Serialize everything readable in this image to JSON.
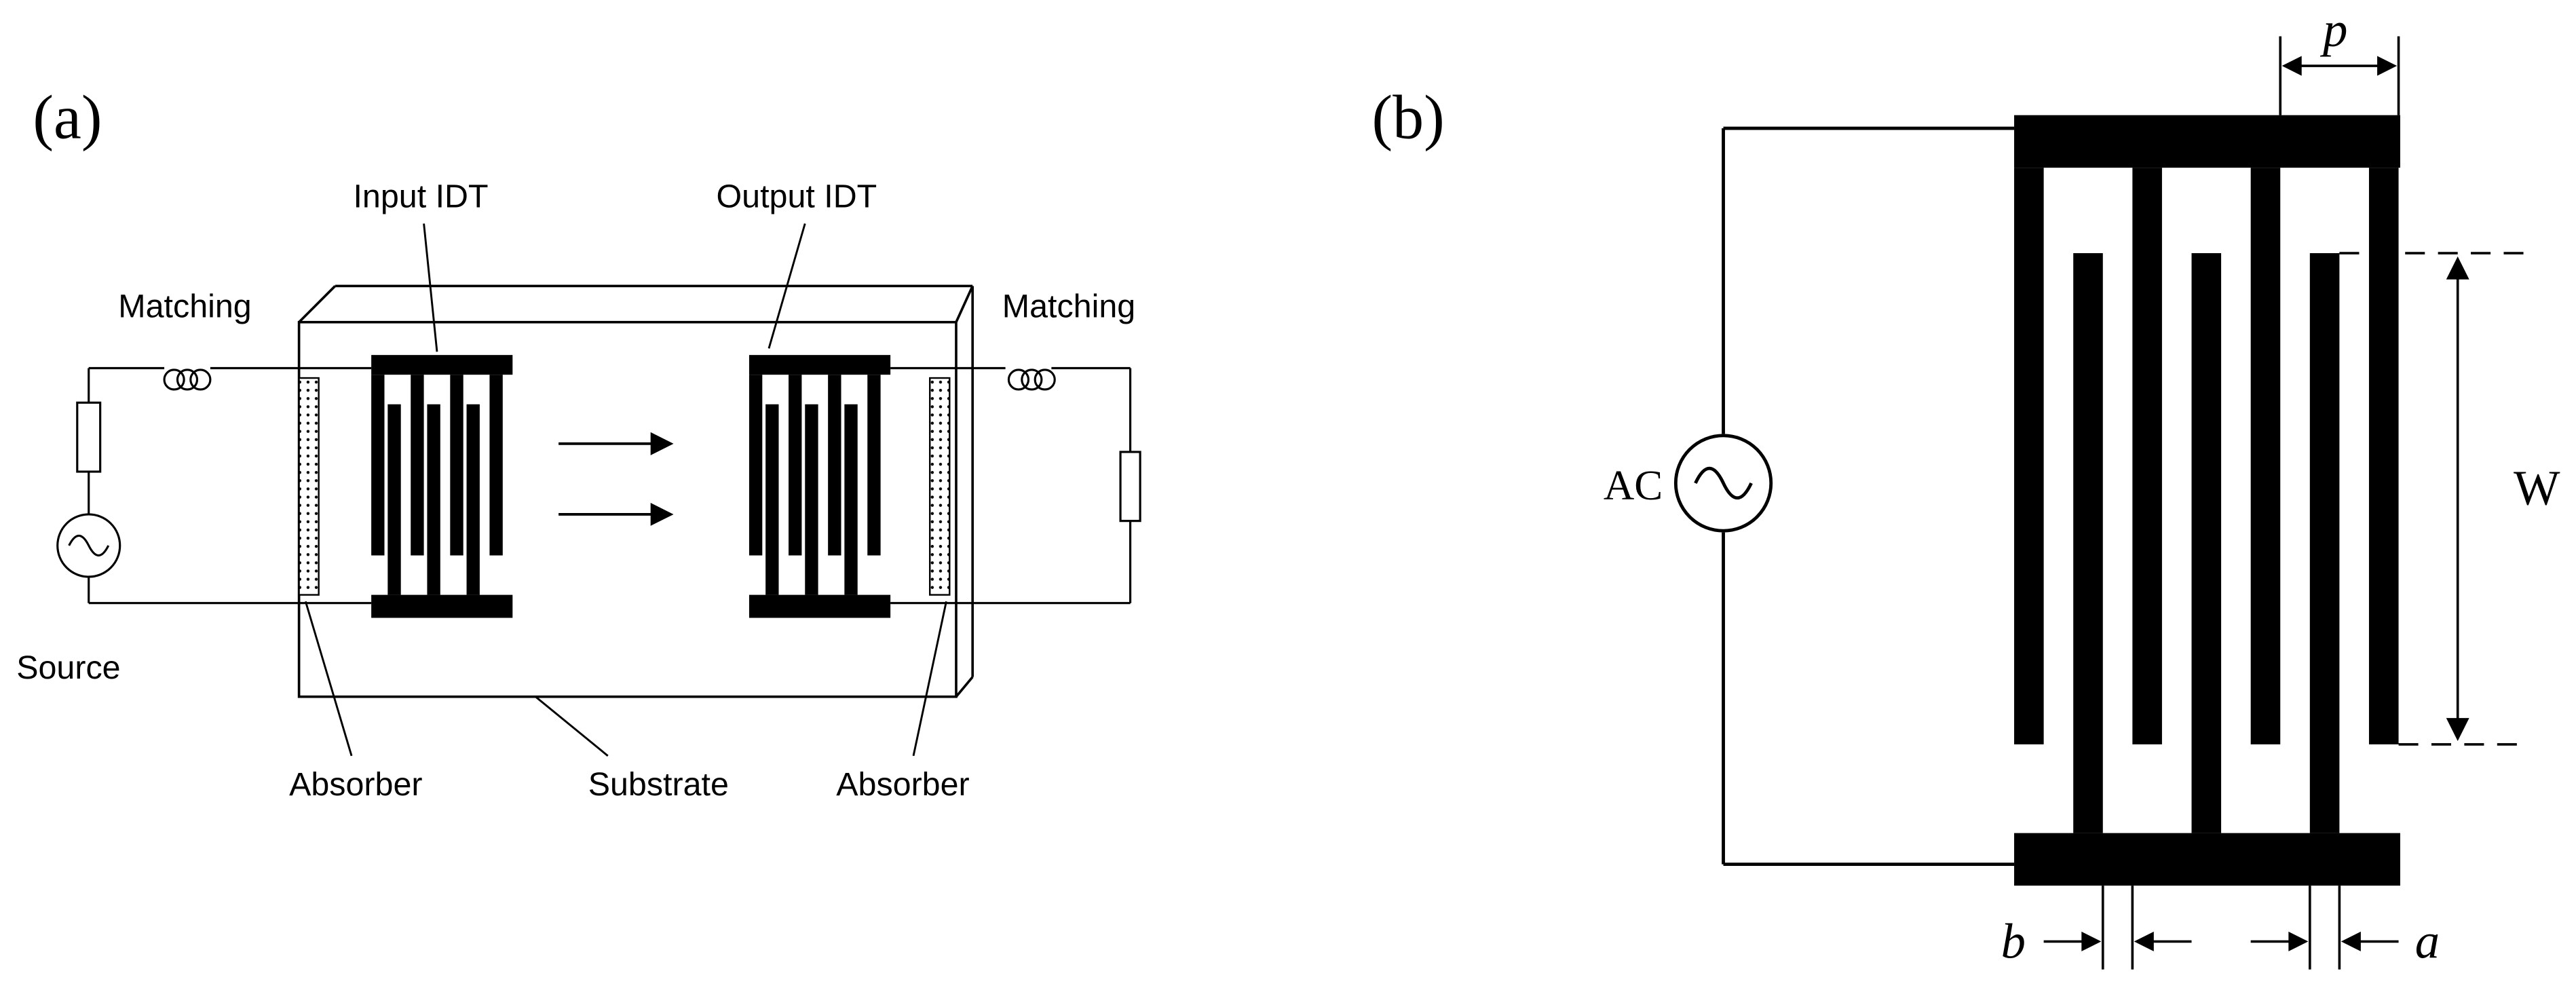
{
  "panel_a": {
    "label": "(a)",
    "input_idt": "Input IDT",
    "output_idt": "Output IDT",
    "matching_left": "Matching",
    "matching_right": "Matching",
    "source": "Source",
    "absorber_left": "Absorber",
    "absorber_right": "Absorber",
    "substrate": "Substrate"
  },
  "panel_b": {
    "label": "(b)",
    "ac": "AC",
    "pitch": "p",
    "width": "W",
    "b": "b",
    "a": "a"
  }
}
